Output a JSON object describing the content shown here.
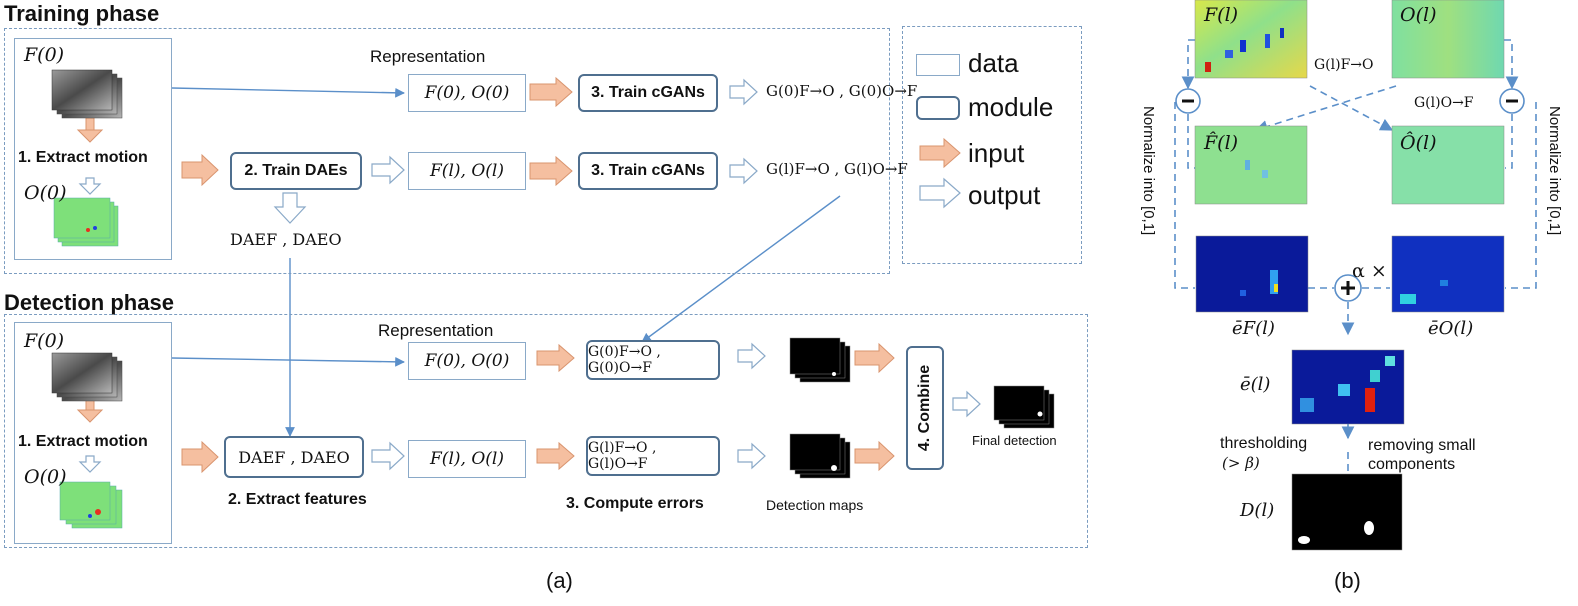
{
  "panel_a": {
    "training_title": "Training phase",
    "detection_title": "Detection phase",
    "representation": "Representation",
    "extract_motion": "1. Extract motion",
    "train_daes": "2. Train DAEs",
    "train_cgans": "3. Train cGANs",
    "extract_features": "2. Extract features",
    "compute_errors": "3. Compute errors",
    "combine": "4. Combine",
    "detection_maps": "Detection maps",
    "final_detection": "Final detection",
    "f0": "F(0)",
    "o0": "O(0)",
    "f0o0": "F(0), O(0)",
    "flol": "F(l), O(l)",
    "g0": "G(0)F→O , G(0)O→F",
    "gl": "G(l)F→O , G(l)O→F",
    "dae_pair": "DAEF , DAEO",
    "caption": "(a)"
  },
  "legend": {
    "data": "data",
    "module": "module",
    "input": "input",
    "output": "output"
  },
  "panel_b": {
    "fl": "F(l)",
    "ol": "O(l)",
    "fhat": "F̂(l)",
    "ohat": "Ô(l)",
    "g_fo": "G(l)F→O",
    "g_of": "G(l)O→F",
    "normalize": "Normalize into [0,1]",
    "ebar_f": "ēF(l)",
    "ebar_o": "ēO(l)",
    "alpha": "α ×",
    "ebar": "ē(l)",
    "thresholding": "thresholding",
    "beta": "(> β)",
    "removing": "removing small components",
    "dl": "D(l)",
    "caption": "(b)"
  },
  "colors": {
    "arrow_blue": "#5b8fc9",
    "input_fill": "#f5bfa0",
    "input_stroke": "#d9946e",
    "dashed_blue": "#7b9cc0"
  }
}
